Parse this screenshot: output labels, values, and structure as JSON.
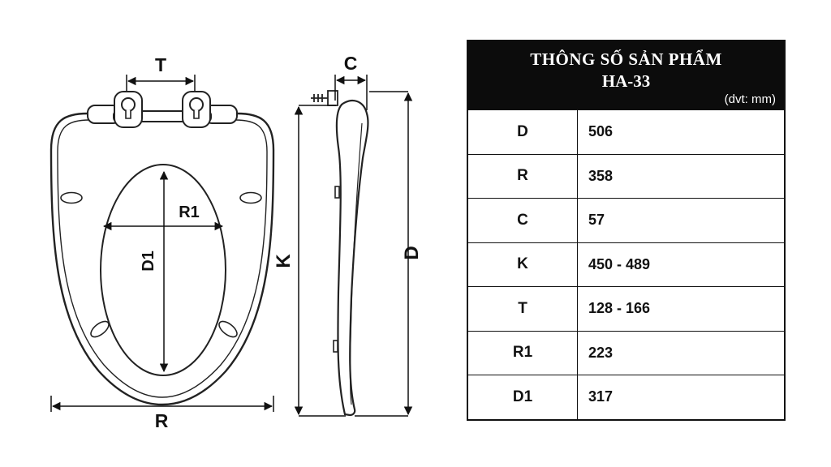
{
  "table": {
    "title_line1": "THÔNG SỐ SẢN PHẨM",
    "title_line2": "HA-33",
    "unit": "(dvt: mm)",
    "rows": [
      {
        "label": "D",
        "value": "506"
      },
      {
        "label": "R",
        "value": "358"
      },
      {
        "label": "C",
        "value": "57"
      },
      {
        "label": "K",
        "value": "450 - 489"
      },
      {
        "label": "T",
        "value": "128 - 166"
      },
      {
        "label": "R1",
        "value": "223"
      },
      {
        "label": "D1",
        "value": "317"
      }
    ]
  },
  "diagram": {
    "front": {
      "t": "T",
      "r1": "R1",
      "d1": "D1",
      "r": "R"
    },
    "side": {
      "c": "C",
      "k": "K",
      "d": "D"
    }
  },
  "colors": {
    "header_bg": "#0c0c0c",
    "line": "#111111",
    "background": "#ffffff"
  }
}
